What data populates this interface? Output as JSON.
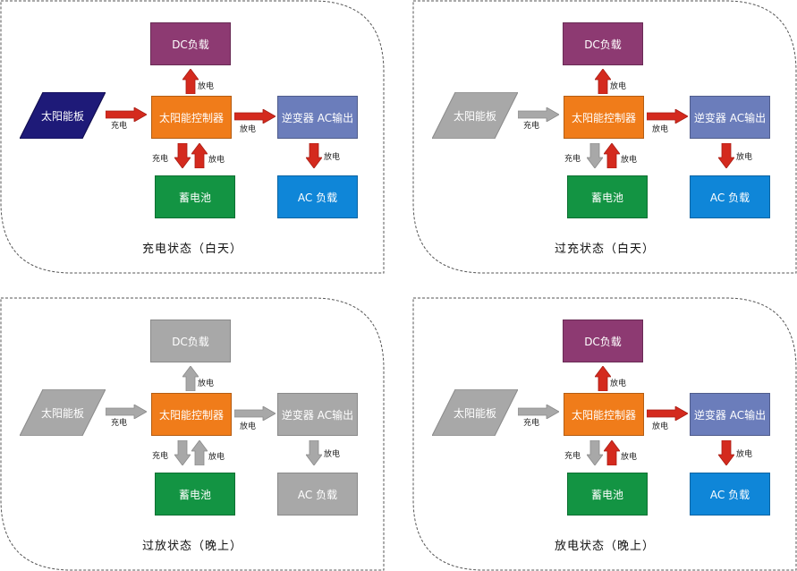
{
  "colors": {
    "active_arrow": "#d42a1e",
    "inactive_arrow": "#a8a8a8",
    "inactive_box": "#a8a8a8",
    "dc_load": "#8d3a72",
    "controller": "#f07c1a",
    "inverter": "#6b7dbb",
    "battery": "#139443",
    "ac_load": "#0f86d8",
    "solar_panel": "#1e1a78",
    "frame_border": "#555555"
  },
  "labels": {
    "dc_load": "DC负载",
    "controller": "太阳能控制器",
    "inverter": "逆变器 AC输出",
    "battery": "蓄电池",
    "ac_load": "AC 负载",
    "solar_panel": "太阳能板",
    "charge": "充电",
    "discharge": "放电"
  },
  "panels": [
    {
      "caption": "充电状态（白天）",
      "solar": "blue",
      "dc": "active",
      "inverter": "active",
      "ac": "active",
      "battery": "active",
      "arrows": {
        "panel_to_ctrl": "active",
        "ctrl_to_dc": "active",
        "ctrl_to_inv": "active",
        "inv_to_ac": "active",
        "ctrl_to_batt": "active",
        "batt_to_ctrl": "active"
      }
    },
    {
      "caption": "过充状态（白天）",
      "solar": "gray",
      "dc": "active",
      "inverter": "active",
      "ac": "active",
      "battery": "active",
      "arrows": {
        "panel_to_ctrl": "inactive",
        "ctrl_to_dc": "active",
        "ctrl_to_inv": "active",
        "inv_to_ac": "active",
        "ctrl_to_batt": "inactive",
        "batt_to_ctrl": "active"
      }
    },
    {
      "caption": "过放状态（晚上）",
      "solar": "gray",
      "dc": "inactive",
      "inverter": "inactive",
      "ac": "inactive",
      "battery": "active",
      "arrows": {
        "panel_to_ctrl": "inactive",
        "ctrl_to_dc": "inactive",
        "ctrl_to_inv": "inactive",
        "inv_to_ac": "inactive",
        "ctrl_to_batt": "inactive",
        "batt_to_ctrl": "inactive"
      }
    },
    {
      "caption": "放电状态（晚上）",
      "solar": "gray",
      "dc": "active",
      "inverter": "active",
      "ac": "active",
      "battery": "active",
      "arrows": {
        "panel_to_ctrl": "inactive",
        "ctrl_to_dc": "active",
        "ctrl_to_inv": "active",
        "inv_to_ac": "active",
        "ctrl_to_batt": "inactive",
        "batt_to_ctrl": "active"
      }
    }
  ]
}
